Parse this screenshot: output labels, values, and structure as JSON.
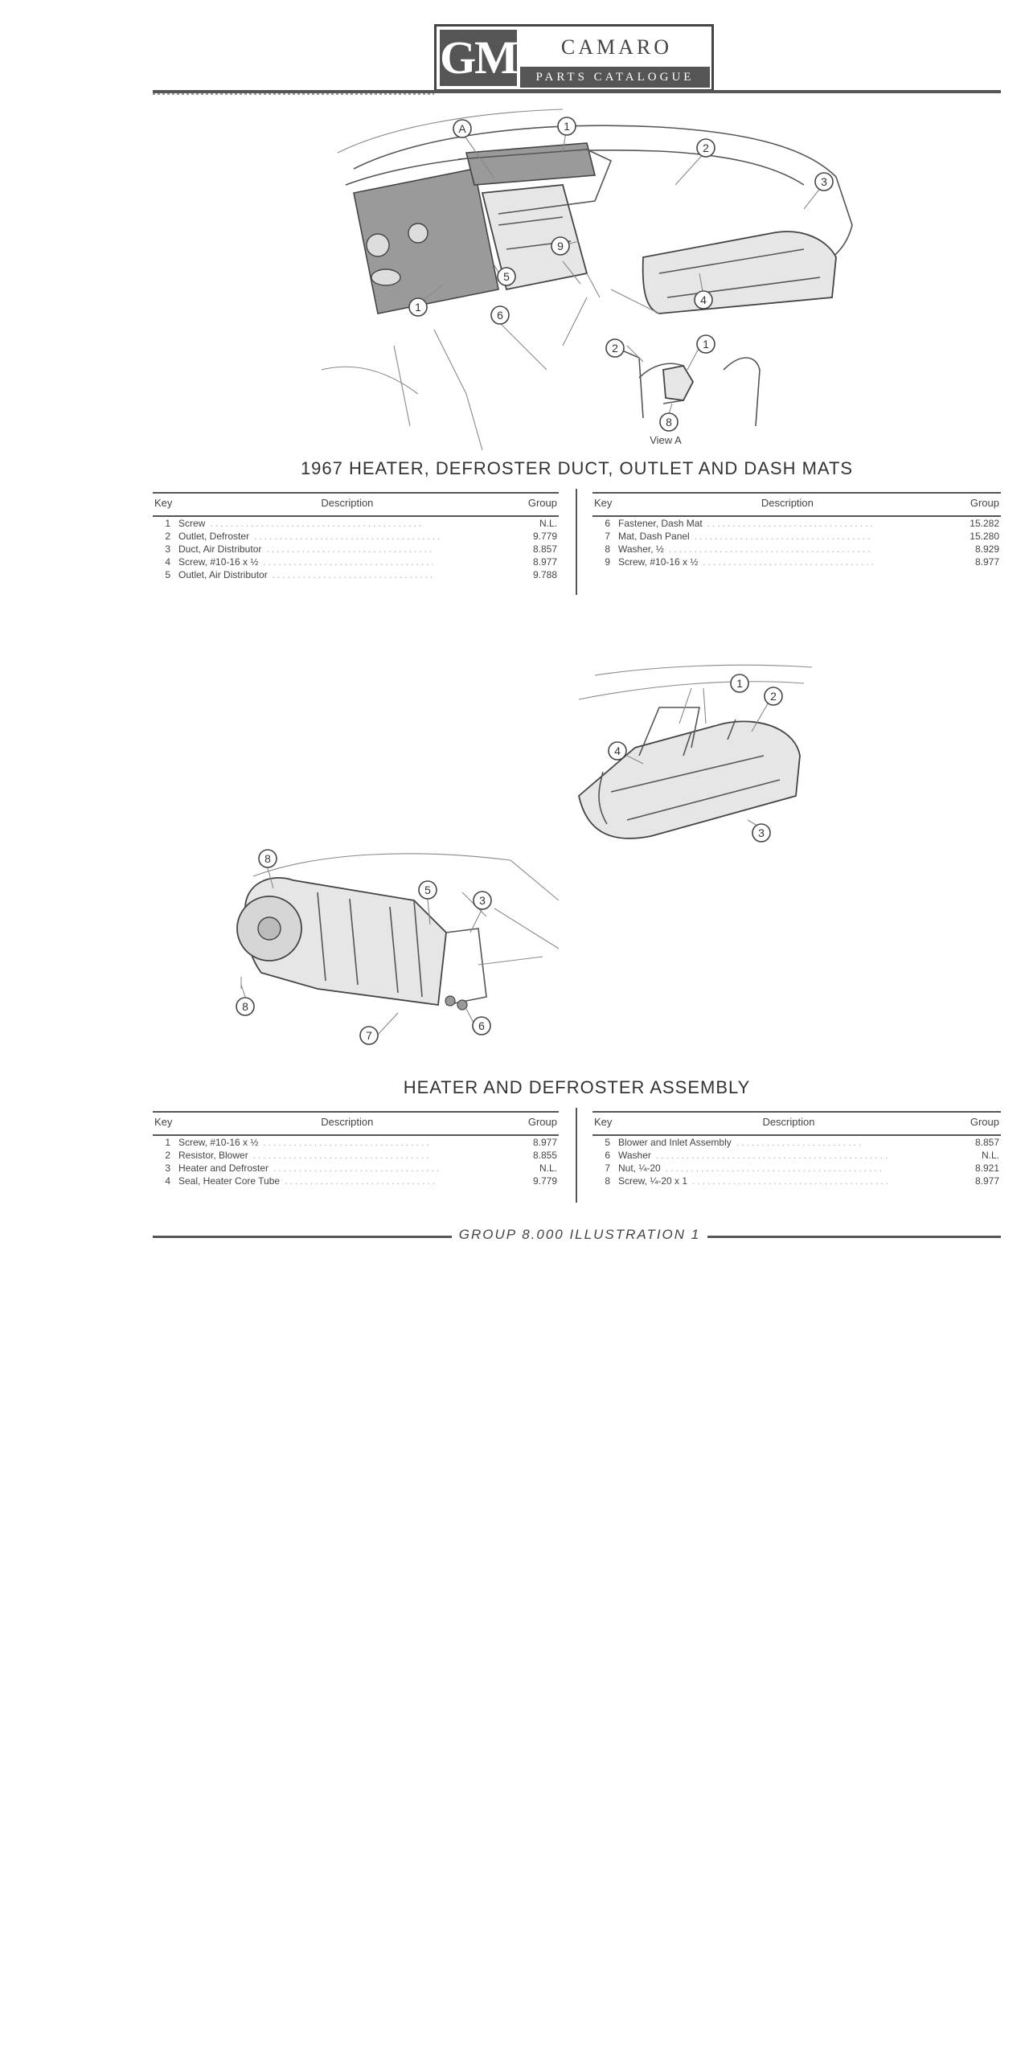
{
  "header": {
    "brand": "GM",
    "model": "CAMARO",
    "catalogue": "PARTS CATALOGUE"
  },
  "figure1": {
    "callouts": [
      "A",
      "1",
      "2",
      "3",
      "9",
      "5",
      "1",
      "6",
      "4",
      "2",
      "1",
      "8"
    ],
    "view_label": "View A"
  },
  "section1": {
    "title": "1967 HEATER, DEFROSTER DUCT, OUTLET AND DASH MATS",
    "headers": {
      "key": "Key",
      "description": "Description",
      "group": "Group"
    },
    "left": [
      {
        "key": "1",
        "description": "Screw",
        "group": "N.L."
      },
      {
        "key": "2",
        "description": "Outlet, Defroster",
        "group": "9.779"
      },
      {
        "key": "3",
        "description": "Duct, Air Distributor",
        "group": "8.857"
      },
      {
        "key": "4",
        "description": "Screw, #10-16 x ½",
        "group": "8.977"
      },
      {
        "key": "5",
        "description": "Outlet, Air Distributor",
        "group": "9.788"
      }
    ],
    "right": [
      {
        "key": "6",
        "description": "Fastener, Dash Mat",
        "group": "15.282"
      },
      {
        "key": "7",
        "description": "Mat, Dash Panel",
        "group": "15.280"
      },
      {
        "key": "8",
        "description": "Washer, ½",
        "group": "8.929"
      },
      {
        "key": "9",
        "description": "Screw, #10-16 x ½",
        "group": "8.977"
      }
    ]
  },
  "figure2": {
    "callouts": [
      "1",
      "2",
      "4",
      "3"
    ]
  },
  "figure3": {
    "callouts": [
      "8",
      "5",
      "3",
      "8",
      "7",
      "6"
    ]
  },
  "section2": {
    "title": "HEATER AND DEFROSTER ASSEMBLY",
    "headers": {
      "key": "Key",
      "description": "Description",
      "group": "Group"
    },
    "left": [
      {
        "key": "1",
        "description": "Screw, #10-16 x ½",
        "group": "8.977"
      },
      {
        "key": "2",
        "description": "Resistor, Blower",
        "group": "8.855"
      },
      {
        "key": "3",
        "description": "Heater and Defroster",
        "group": "N.L."
      },
      {
        "key": "4",
        "description": "Seal, Heater Core Tube",
        "group": "9.779"
      }
    ],
    "right": [
      {
        "key": "5",
        "description": "Blower and Inlet Assembly",
        "group": "8.857"
      },
      {
        "key": "6",
        "description": "Washer",
        "group": "N.L."
      },
      {
        "key": "7",
        "description": "Nut, ¼-20",
        "group": "8.921"
      },
      {
        "key": "8",
        "description": "Screw, ¼-20 x 1",
        "group": "8.977"
      }
    ]
  },
  "footer": {
    "text": "GROUP 8.000 ILLUSTRATION 1"
  }
}
